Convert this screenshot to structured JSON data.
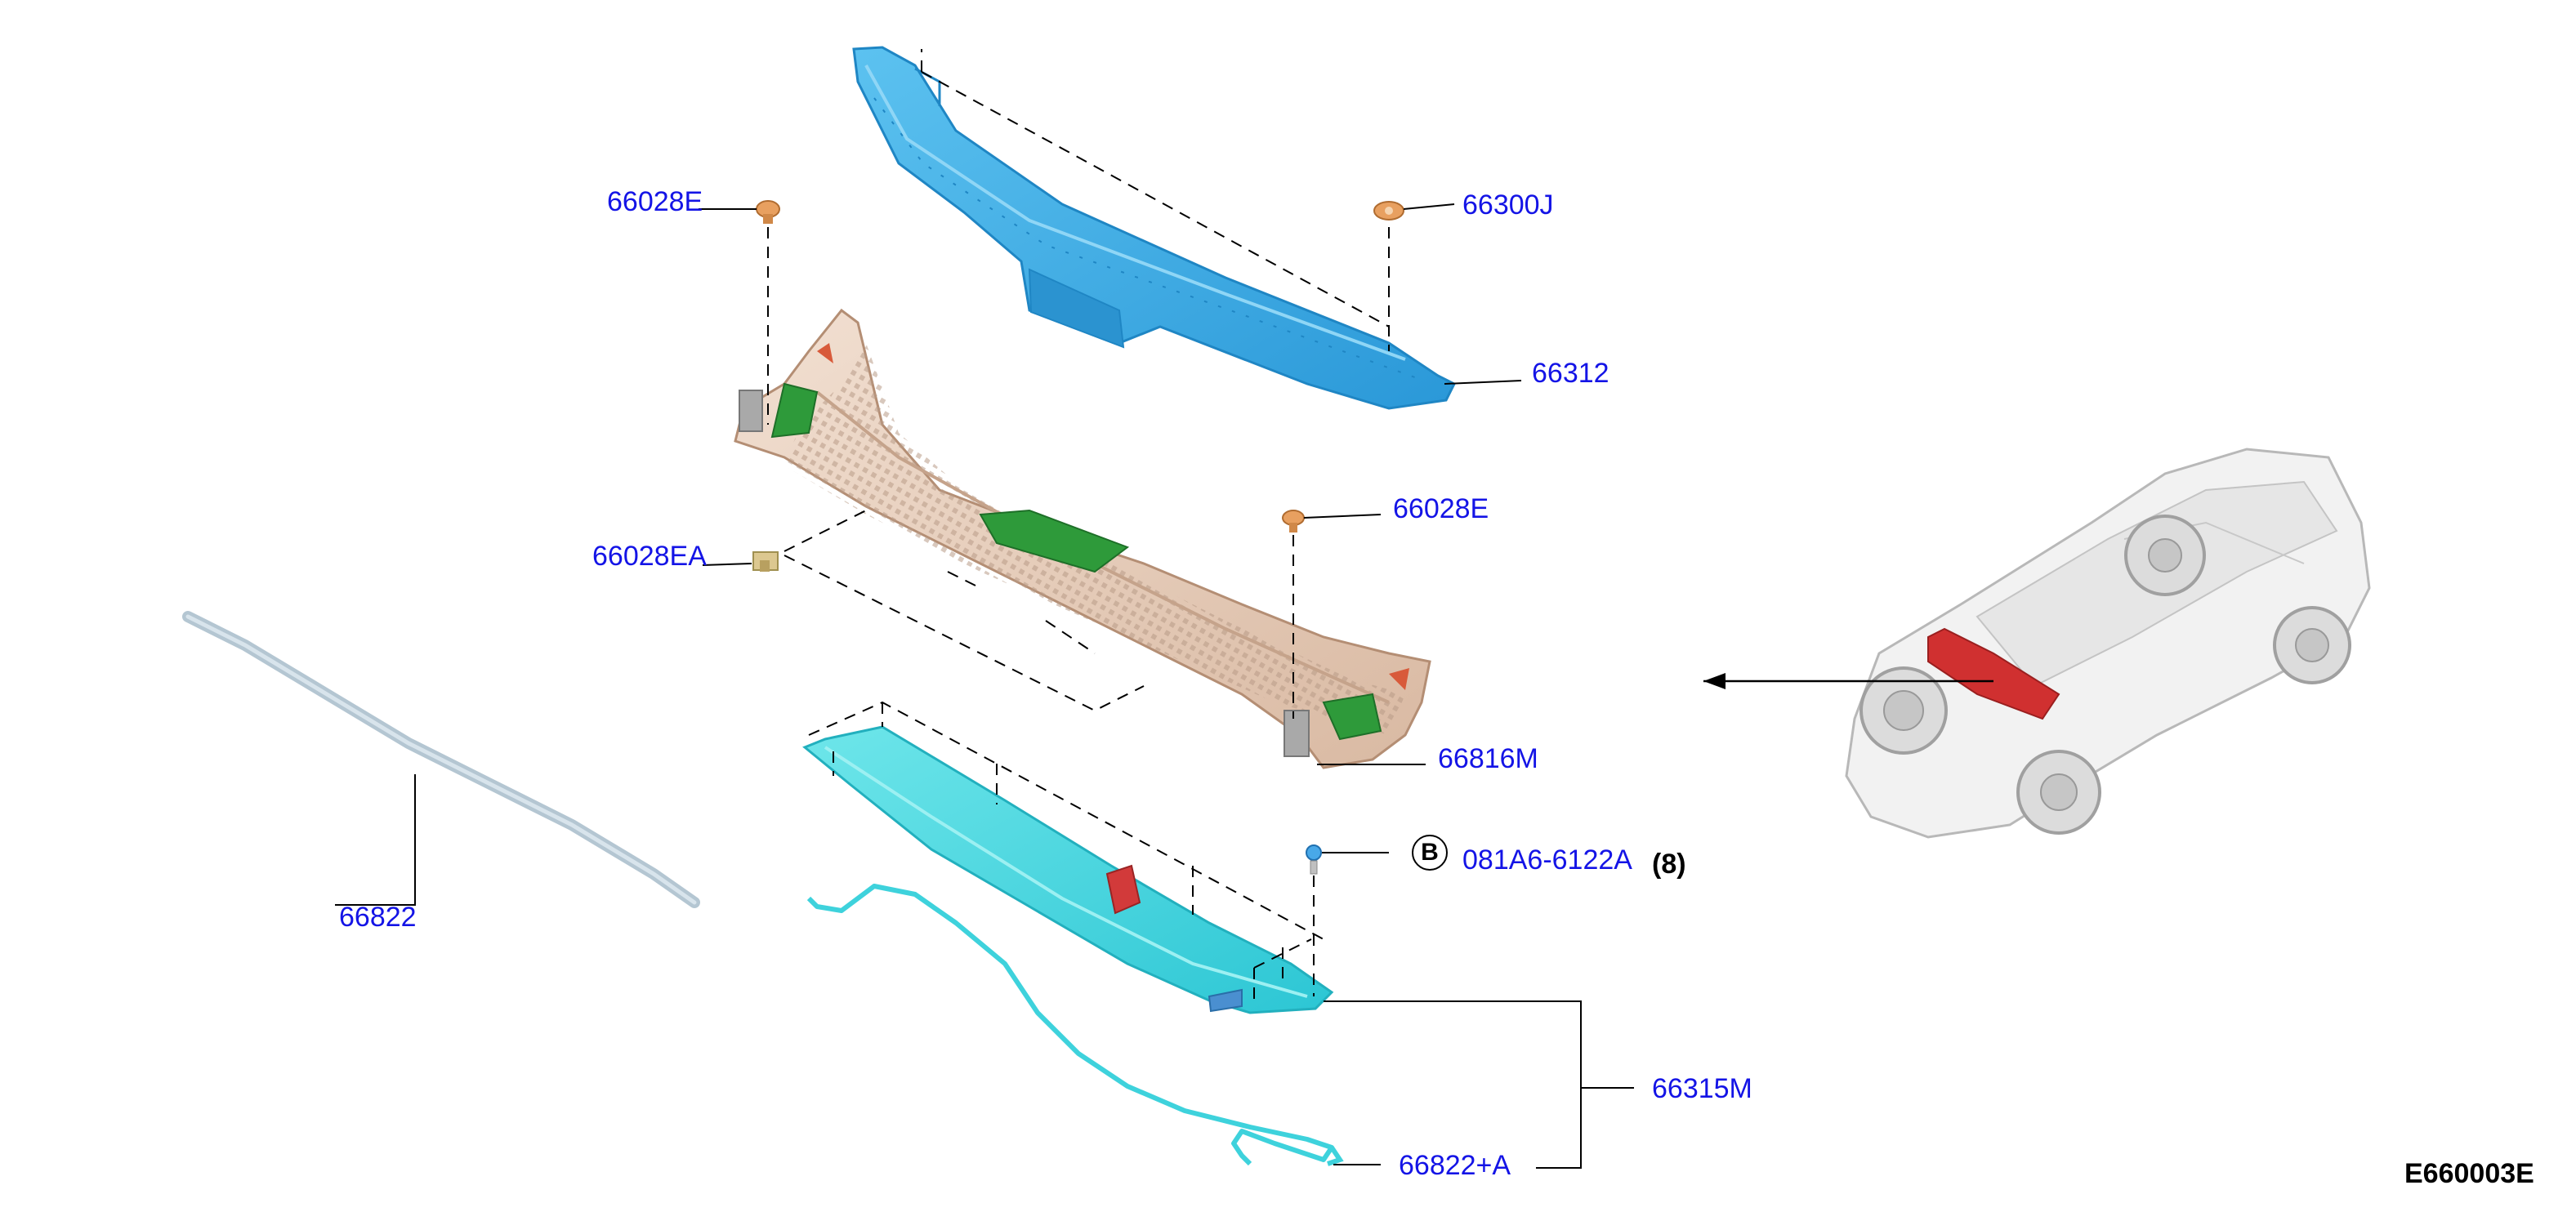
{
  "diagram": {
    "id_code": "E660003E",
    "colors": {
      "callout_text": "#1414e6",
      "upper_cowl_panel": "#3fb0e8",
      "cowl_top_cover": "#e8cdb8",
      "lower_cowl_panel": "#40d8e0",
      "seal_strip": "#b0c4d0",
      "clip_orange": "#e8a060",
      "pad_green": "#2e9a3a",
      "car_highlight": "#d03030"
    },
    "callouts": [
      {
        "id": "c1",
        "label": "66028E"
      },
      {
        "id": "c2",
        "label": "66300J"
      },
      {
        "id": "c3",
        "label": "66312"
      },
      {
        "id": "c4",
        "label": "66028E"
      },
      {
        "id": "c5",
        "label": "66028EA"
      },
      {
        "id": "c6",
        "label": "66816M"
      },
      {
        "id": "c7",
        "label": "081A6-6122A",
        "ref": "B",
        "qty": "(8)"
      },
      {
        "id": "c8",
        "label": "66822"
      },
      {
        "id": "c9",
        "label": "66315M"
      },
      {
        "id": "c10",
        "label": "66822+A"
      }
    ]
  }
}
